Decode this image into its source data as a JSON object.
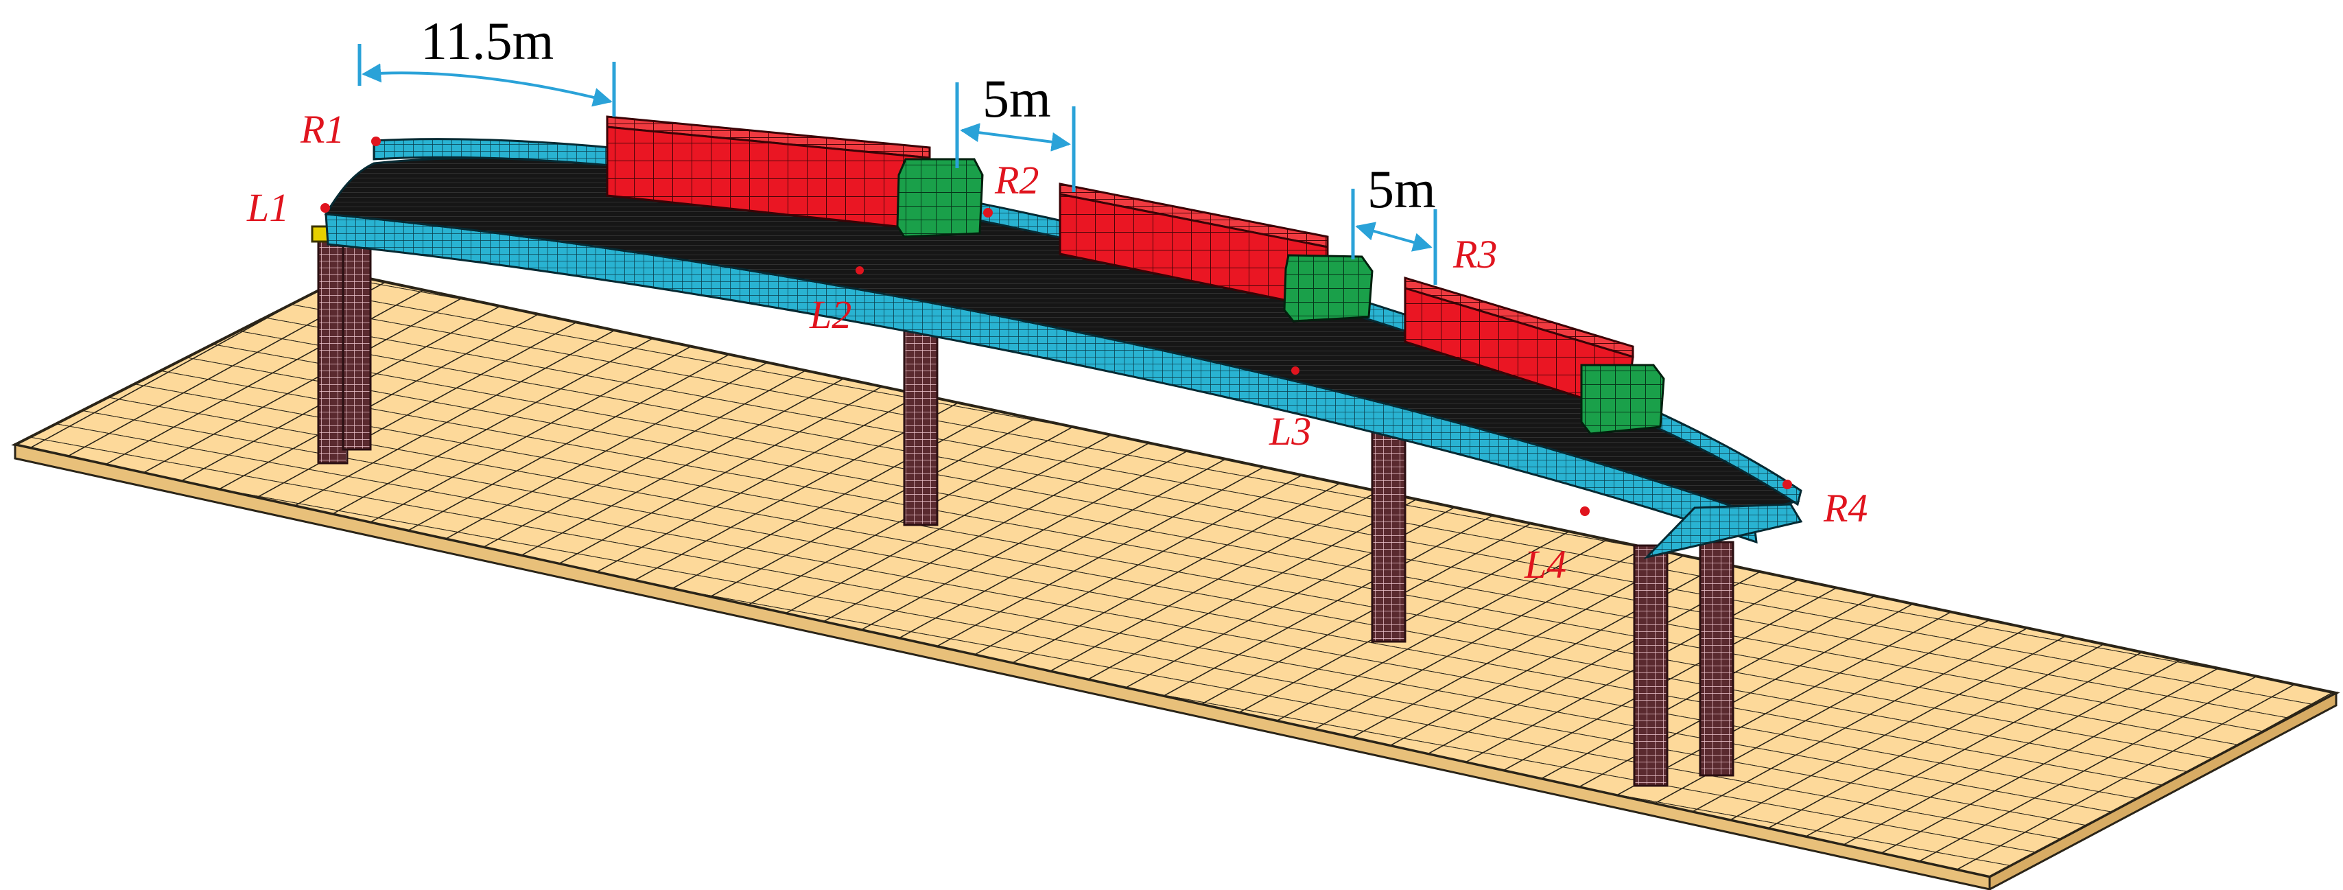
{
  "colors": {
    "ground": "#fdd99a",
    "ground_grid": "#2a2418",
    "girder": "#29b3d2",
    "deck": "#1b1b1b",
    "pier": "#5a2a2f",
    "truck_body": "#ea1623",
    "truck_cab": "#1aa04a",
    "dimension": "#2aa2d8",
    "point_label": "#e0141e",
    "bearing": "#e6d000"
  },
  "dimensions": {
    "d1": "11.5m",
    "d2": "5m",
    "d3": "5m"
  },
  "points": {
    "r1": "R1",
    "l1": "L1",
    "r2": "R2",
    "l2": "L2",
    "r3": "R3",
    "l3": "L3",
    "r4": "R4",
    "l4": "L4"
  }
}
